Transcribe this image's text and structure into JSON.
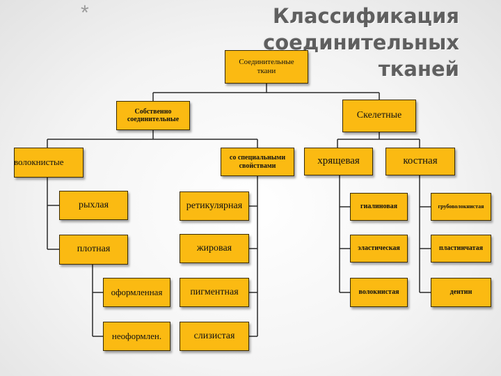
{
  "title": {
    "star": "*",
    "line1": "Классификация соединительных",
    "line2": "тканей"
  },
  "nodes": {
    "root_l1": "Соединительные",
    "root_l2": "ткани",
    "proper_l1": "Собственно",
    "proper_l2": "соединительные",
    "skeletal": "Скелетные",
    "fibrous": "волокнистые",
    "special_l1": "со специальными",
    "special_l2": "свойствами",
    "cartilage": "хрящевая",
    "bone": "костная",
    "loose": "рыхлая",
    "dense": "плотная",
    "formed": "оформленная",
    "unformed": "неоформлен.",
    "reticular": "ретикулярная",
    "adipose": "жировая",
    "pigment": "пигментная",
    "mucous": "слизистая",
    "hyaline": "гиалиновая",
    "elastic": "эластическая",
    "fibro_cart": "волокнистая",
    "coarse_fibrous": "грубоволокнистая",
    "lamellar": "пластинчатая",
    "dentin": "дентин"
  },
  "colors": {
    "box_fill": "#fbba12",
    "box_border": "#3a2a00",
    "connector": "#2a2a2a",
    "title_text": "#5f5f5f"
  }
}
